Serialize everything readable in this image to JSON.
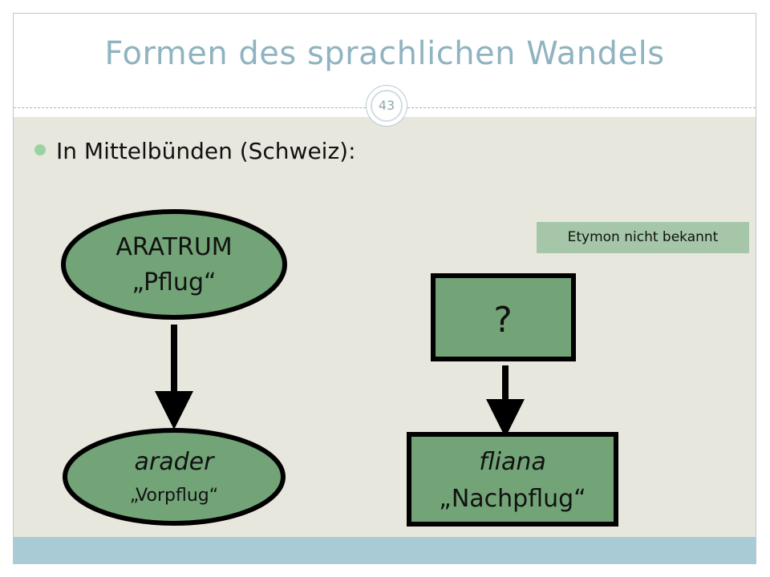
{
  "slide": {
    "title": "Formen des sprachlichen Wandels",
    "page_number": "43",
    "bullet": "In Mittelbünden (Schweiz):",
    "note": "Etymon nicht bekannt"
  },
  "diagram": {
    "node_fill": "#72a477",
    "node_stroke": "#000000",
    "left": {
      "source": {
        "word": "ARATRUM",
        "gloss": "„Pflug“"
      },
      "result": {
        "word": "arader",
        "gloss": "„Vorpflug“"
      }
    },
    "right": {
      "source": {
        "word": "?"
      },
      "result": {
        "word": "fliana",
        "gloss": "„Nachpflug“"
      }
    }
  }
}
